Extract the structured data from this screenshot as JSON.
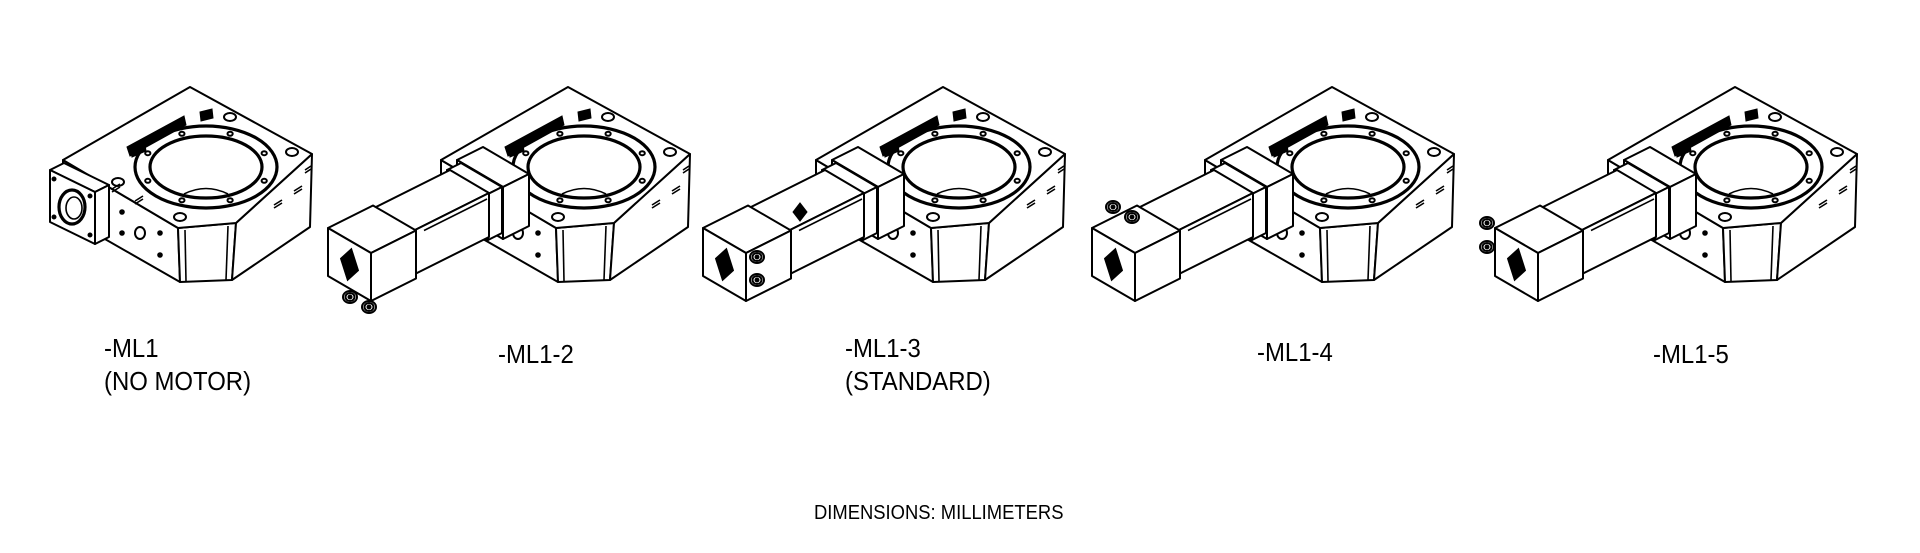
{
  "variants": [
    {
      "model": "-ML1",
      "note": "(NO MOTOR)",
      "motor": false,
      "connectors": "none"
    },
    {
      "model": "-ML1-2",
      "note": "",
      "motor": true,
      "connectors": "bottom"
    },
    {
      "model": "-ML1-3",
      "note": "(STANDARD)",
      "motor": true,
      "connectors": "side"
    },
    {
      "model": "-ML1-4",
      "note": "",
      "motor": true,
      "connectors": "top"
    },
    {
      "model": "-ML1-5",
      "note": "",
      "motor": true,
      "connectors": "end"
    }
  ],
  "footer": {
    "units_note": "DIMENSIONS:  MILLIMETERS"
  },
  "colors": {
    "line": "#000000",
    "background": "#ffffff"
  }
}
